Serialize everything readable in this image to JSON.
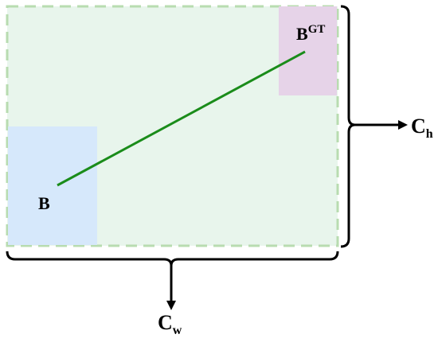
{
  "labels": {
    "box": "B",
    "gt": "B",
    "gt_sup": "GT",
    "ch": "C",
    "ch_sub": "h",
    "cw": "C",
    "cw_sub": "w"
  },
  "colors": {
    "enclosing_fill": "#e8f5ec",
    "enclosing_border": "#b8dcb0",
    "pred_box_fill": "#d6e8fb",
    "gt_box_fill": "#e6d3e8",
    "center_line": "#1a8c1a",
    "bracket": "#000000"
  }
}
